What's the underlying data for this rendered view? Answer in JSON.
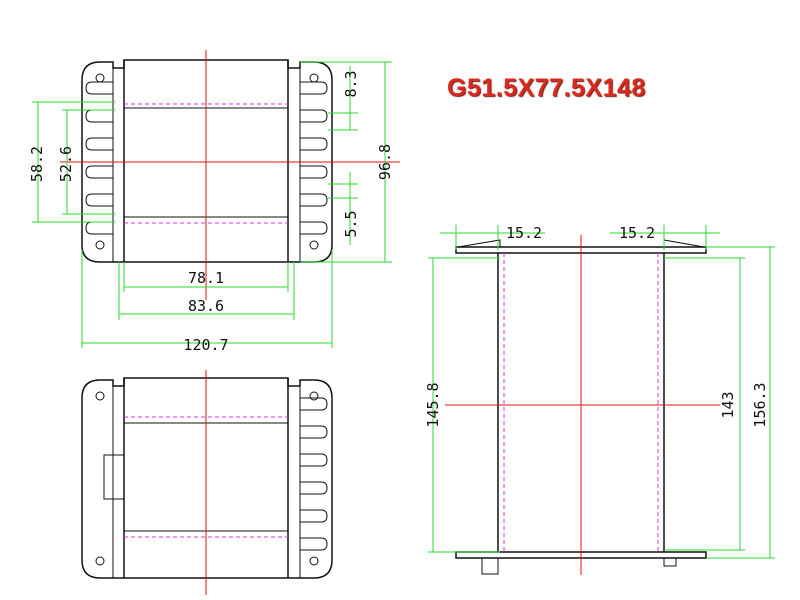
{
  "title": "G51.5X77.5X148",
  "colors": {
    "outline": "#111111",
    "dimension": "#2fd52f",
    "centerline": "#e01010",
    "hidden": "#d43ad4",
    "title": "#d82a1e"
  },
  "dimensions": {
    "top_view": {
      "d_8_3": "8.3",
      "d_96_8": "96.8",
      "d_58_2": "58.2",
      "d_52_6": "52.6",
      "d_5_5": "5.5",
      "d_78_1": "78.1",
      "d_83_6": "83.6",
      "d_120_7": "120.7"
    },
    "side_view": {
      "d_15_2_left": "15.2",
      "d_15_2_right": "15.2",
      "d_145_8": "145.8",
      "d_143": "143",
      "d_156_3": "156.3"
    }
  }
}
